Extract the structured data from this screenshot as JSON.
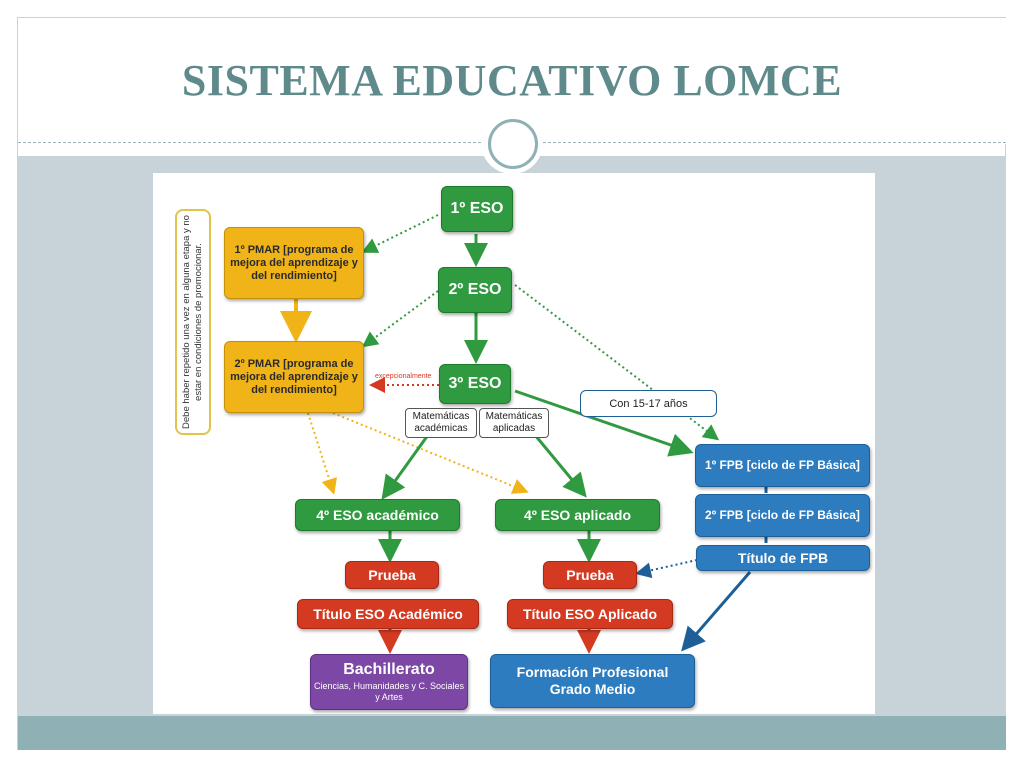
{
  "slide": {
    "title": "SISTEMA EDUCATIVO LOMCE"
  },
  "diagram": {
    "eso1": "1º ESO",
    "eso2": "2º ESO",
    "eso3": "3º ESO",
    "pmar1": "1º PMAR [programa de mejora del aprendizaje y del rendimiento]",
    "pmar2": "2º PMAR [programa de mejora del aprendizaje y del rendimiento]",
    "side_note": "Debe haber repetido una vez en alguna etapa y no estar en condiciones de promocionar.",
    "excepcionalmente": "excepcionalmente",
    "mat_academicas": "Matemáticas académicas",
    "mat_aplicadas": "Matemáticas aplicadas",
    "con_edad": "Con 15-17 años",
    "fpb1": "1º FPB [ciclo de FP Básica]",
    "fpb2": "2º FPB [ciclo de FP Básica]",
    "titulo_fpb": "Título de FPB",
    "eso4_academico": "4º ESO académico",
    "eso4_aplicado": "4º ESO aplicado",
    "prueba_left": "Prueba",
    "prueba_right": "Prueba",
    "titulo_academico": "Título ESO Académico",
    "titulo_aplicado": "Título ESO Aplicado",
    "bachillerato": "Bachillerato",
    "bachillerato_sub": "Ciencias, Humanidades y C. Sociales y Artes",
    "fp_medio": "Formación Profesional Grado Medio"
  },
  "colors": {
    "title": "#5f8a8b",
    "green": "#2f9a3f",
    "yellow": "#f0b418",
    "blue": "#2d7cc0",
    "red": "#d43a22",
    "purple": "#7d47a6"
  }
}
